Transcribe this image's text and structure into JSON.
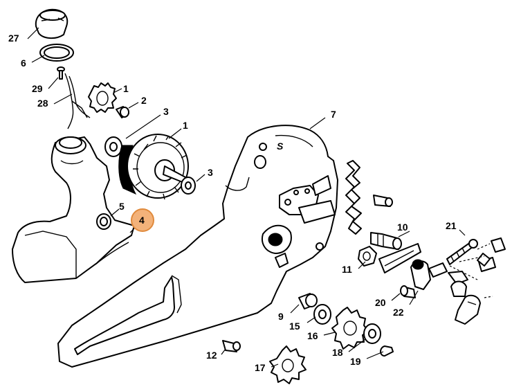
{
  "callouts": [
    {
      "id": "c27",
      "label": "27"
    },
    {
      "id": "c6",
      "label": "6"
    },
    {
      "id": "c29",
      "label": "29"
    },
    {
      "id": "c28",
      "label": "28"
    },
    {
      "id": "c1a",
      "label": "1"
    },
    {
      "id": "c2",
      "label": "2"
    },
    {
      "id": "c3a",
      "label": "3"
    },
    {
      "id": "c1b",
      "label": "1"
    },
    {
      "id": "c3b",
      "label": "3"
    },
    {
      "id": "c5",
      "label": "5"
    },
    {
      "id": "c4",
      "label": "4"
    },
    {
      "id": "c7",
      "label": "7"
    },
    {
      "id": "c10",
      "label": "10"
    },
    {
      "id": "c11",
      "label": "11"
    },
    {
      "id": "c21",
      "label": "21"
    },
    {
      "id": "c20",
      "label": "20"
    },
    {
      "id": "c22",
      "label": "22"
    },
    {
      "id": "c9",
      "label": "9"
    },
    {
      "id": "c15",
      "label": "15"
    },
    {
      "id": "c16",
      "label": "16"
    },
    {
      "id": "c12",
      "label": "12"
    },
    {
      "id": "c18",
      "label": "18"
    },
    {
      "id": "c19",
      "label": "19"
    },
    {
      "id": "c17",
      "label": "17"
    }
  ],
  "highlight": {
    "label": "4",
    "color": "#f3b27a"
  }
}
